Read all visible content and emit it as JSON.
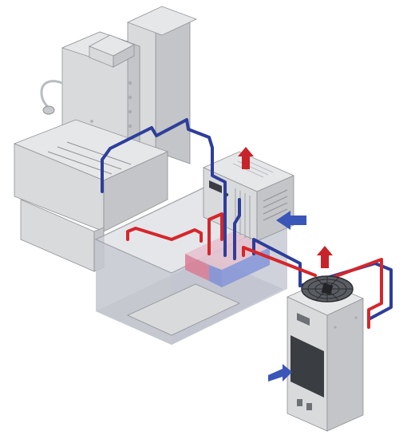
{
  "diagram": {
    "colors": {
      "background": "#ffffff",
      "machine_light": "#d9dadc",
      "machine_mid": "#c3c5c8",
      "machine_dark": "#a9acb0",
      "machine_edge": "#8f9296",
      "tank_glass": "#c9ccd6",
      "hot_pipe": "#d6262b",
      "cold_pipe": "#2d3e9a",
      "hot_arrow": "#c8232a",
      "cold_arrow": "#3a56b8",
      "reservoir_red": "#d97b95",
      "reservoir_blue": "#7f8fd6",
      "grille_dark": "#3a3d42",
      "fan_guard": "#2b2d31"
    },
    "components": [
      {
        "name": "edm-machine-column",
        "icon": "machine-column-icon"
      },
      {
        "name": "work-tank",
        "icon": "tank-icon"
      },
      {
        "name": "dielectric-reservoir",
        "icon": "reservoir-icon"
      },
      {
        "name": "heat-exchanger-unit",
        "icon": "heat-exchanger-icon"
      },
      {
        "name": "chiller-cabinet",
        "icon": "cabinet-icon"
      },
      {
        "name": "condenser-fan",
        "icon": "fan-icon"
      },
      {
        "name": "work-lamp",
        "icon": "lamp-icon"
      }
    ],
    "flows": [
      {
        "name": "hot-air-exhaust",
        "kind": "hot",
        "icon": "arrow-up-icon"
      },
      {
        "name": "cold-air-intake",
        "kind": "cold",
        "icon": "arrow-left-icon"
      },
      {
        "name": "fan-exhaust",
        "kind": "hot",
        "icon": "arrow-up-icon"
      },
      {
        "name": "cabinet-intake",
        "kind": "cold",
        "icon": "arrow-right-icon"
      }
    ]
  }
}
